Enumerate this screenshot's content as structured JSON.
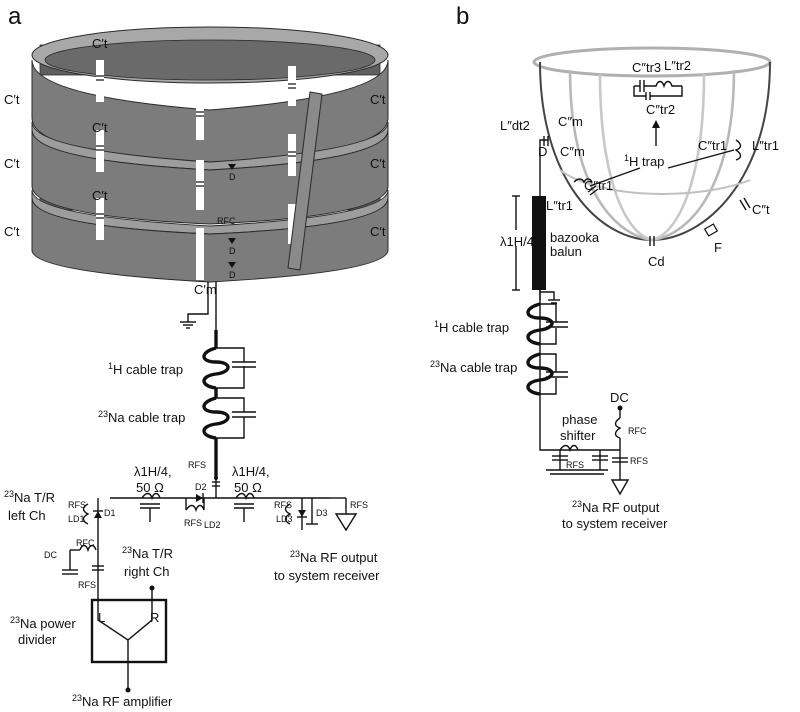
{
  "panels": {
    "a": "a",
    "b": "b"
  },
  "panel_a": {
    "ct_label": "C′t",
    "cm_label": "C′m",
    "d_small": "D",
    "rfc_small": "RFC",
    "h_cable_trap_sup": "1",
    "h_cable_trap": "H cable trap",
    "na_cable_trap_sup": "23",
    "na_cable_trap": "Na cable trap",
    "rfs": "RFS",
    "d2": "D2",
    "ld2": "LD2",
    "lambda_left": "λ1H/4,",
    "lambda_right": "λ1H/4,",
    "ohm_left": "50 Ω",
    "ohm_right": "50 Ω",
    "tr_left_sup": "23",
    "tr_left_1": "Na T/R",
    "tr_left_2": "left Ch",
    "ld1": "LD1",
    "d1": "D1",
    "rfc": "RFC",
    "dc": "DC",
    "tr_right_sup": "23",
    "tr_right_1": "Na T/R",
    "tr_right_2": "right Ch",
    "ld3": "LD3",
    "d3": "D3",
    "rf_out_sup": "23",
    "rf_out_1": "Na RF output",
    "rf_out_2": "to system receiver",
    "divider_sup": "23",
    "divider_1": "Na power",
    "divider_2": "divider",
    "divider_L": "L",
    "divider_R": "R",
    "amp_sup": "23",
    "amp": "Na RF amplifier"
  },
  "panel_b": {
    "ctr3": "C″tr3",
    "ltr2": "L″tr2",
    "ctr2": "C″tr2",
    "ldt2": "L″dt2",
    "cm_top": "C″m",
    "d": "D",
    "cm_bot": "C″m",
    "htrap_sup": "1",
    "htrap": "H trap",
    "ctr1_right": "C″tr1",
    "ltr1_right": "L″tr1",
    "ltr1_left": "L″tr1",
    "ctr1_left": "C″tr1",
    "ct": "C″t",
    "f": "F",
    "cd": "Cd",
    "lambda": "λ1H/4",
    "bazooka_1": "bazooka",
    "bazooka_2": "balun",
    "h_cable_trap_sup": "1",
    "h_cable_trap": "H cable trap",
    "na_cable_trap_sup": "23",
    "na_cable_trap": "Na cable trap",
    "dc": "DC",
    "phase_1": "phase",
    "phase_2": "shifter",
    "rfc": "RFC",
    "rfs_left": "RFS",
    "rfs_right": "RFS",
    "out_sup": "23",
    "out_1": "Na RF output",
    "out_2": "to system receiver"
  }
}
